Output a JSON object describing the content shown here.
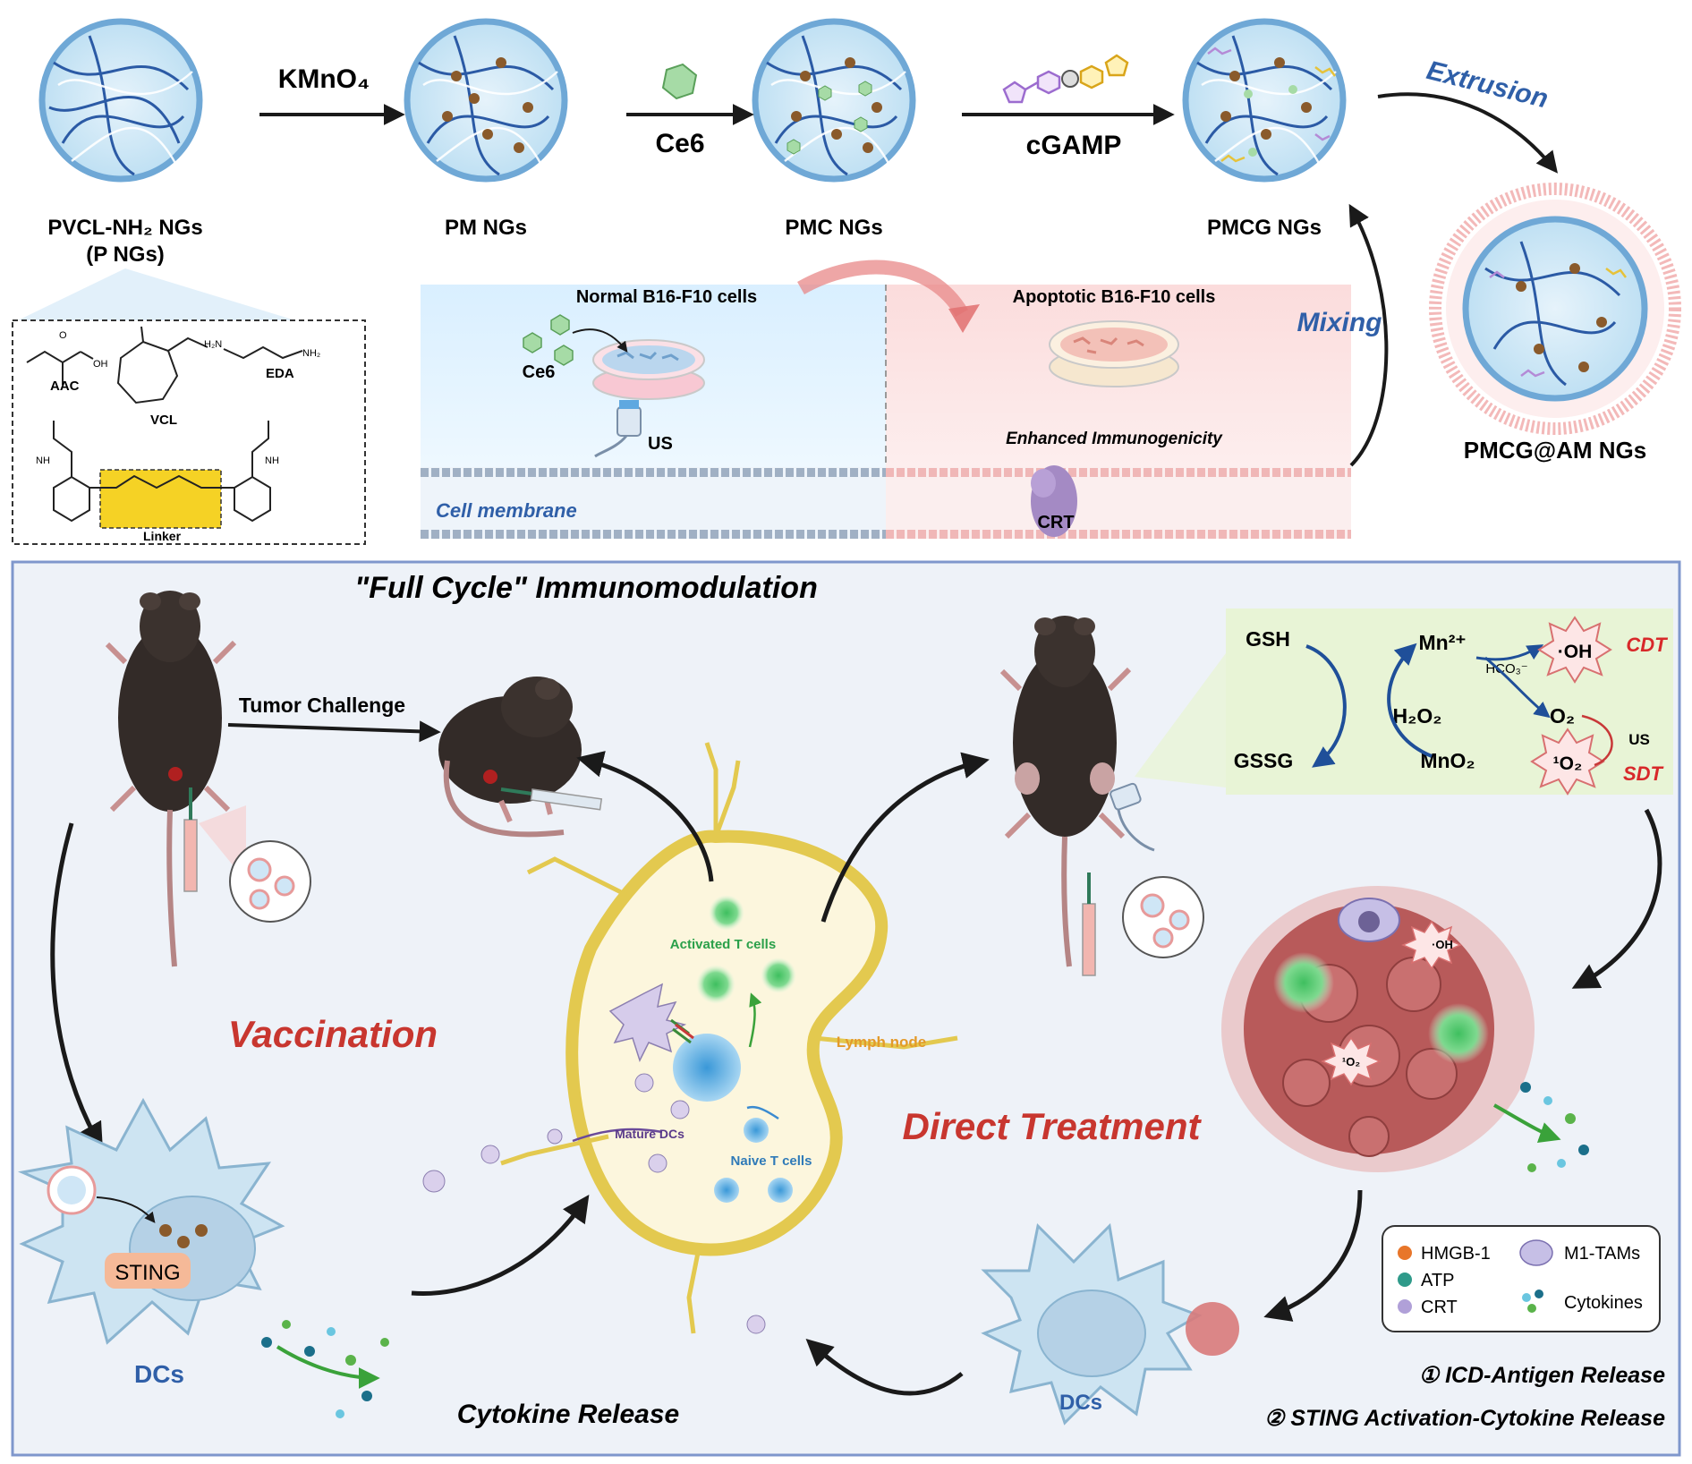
{
  "top": {
    "stages": [
      "PVCL-NH₂ NGs",
      "PM NGs",
      "PMC NGs",
      "PMCG NGs"
    ],
    "stage0_sub": "(P NGs)",
    "arrow_kmno4": "KMnO₄",
    "arrow_ce6": "Ce6",
    "arrow_cgamp": "cGAMP",
    "extrusion": "Extrusion",
    "mixing": "Mixing",
    "final": "PMCG@AM NGs",
    "chem": {
      "aac": "AAC",
      "vcl": "VCL",
      "eda": "EDA",
      "linker": "Linker"
    },
    "cells": {
      "normal": "Normal B16-F10 cells",
      "apoptotic": "Apoptotic B16-F10 cells",
      "ce6": "Ce6",
      "us": "US",
      "enhanced": "Enhanced Immunogenicity",
      "membrane": "Cell membrane",
      "crt": "CRT"
    }
  },
  "bottom": {
    "title": "\"Full Cycle\" Immunomodulation",
    "tumor_challenge": "Tumor Challenge",
    "vaccination": "Vaccination",
    "direct_treatment": "Direct Treatment",
    "cytokine_release": "Cytokine Release",
    "sting": "STING",
    "dcs": "DCs",
    "dcs2": "DCs",
    "activated_t": "Activated T cells",
    "lymph_node": "Lymph node",
    "mature_dcs": "Mature DCs",
    "naive_t": "Naive T cells",
    "oh_burst": "·OH",
    "o2_burst": "¹O₂",
    "reaction": {
      "gsh": "GSH",
      "gssg": "GSSG",
      "mn2": "Mn²⁺",
      "hco3": "HCO₃⁻",
      "h2o2": "H₂O₂",
      "mno2": "MnO₂",
      "oh": "·OH",
      "cdt": "CDT",
      "o2": "O₂",
      "singlet": "¹O₂",
      "us": "US",
      "sdt": "SDT"
    },
    "legend": {
      "hmgb1": "HMGB-1",
      "atp": "ATP",
      "crt": "CRT",
      "m1": "M1-TAMs",
      "cytokines": "Cytokines"
    },
    "steps": [
      "① ICD-Antigen Release",
      "② STING Activation-Cytokine Release"
    ]
  },
  "colors": {
    "accent_blue": "#2f5fa8",
    "red_label": "#c8362f",
    "arrow": "#1a1a1a",
    "panel_border": "#7f97cc"
  }
}
